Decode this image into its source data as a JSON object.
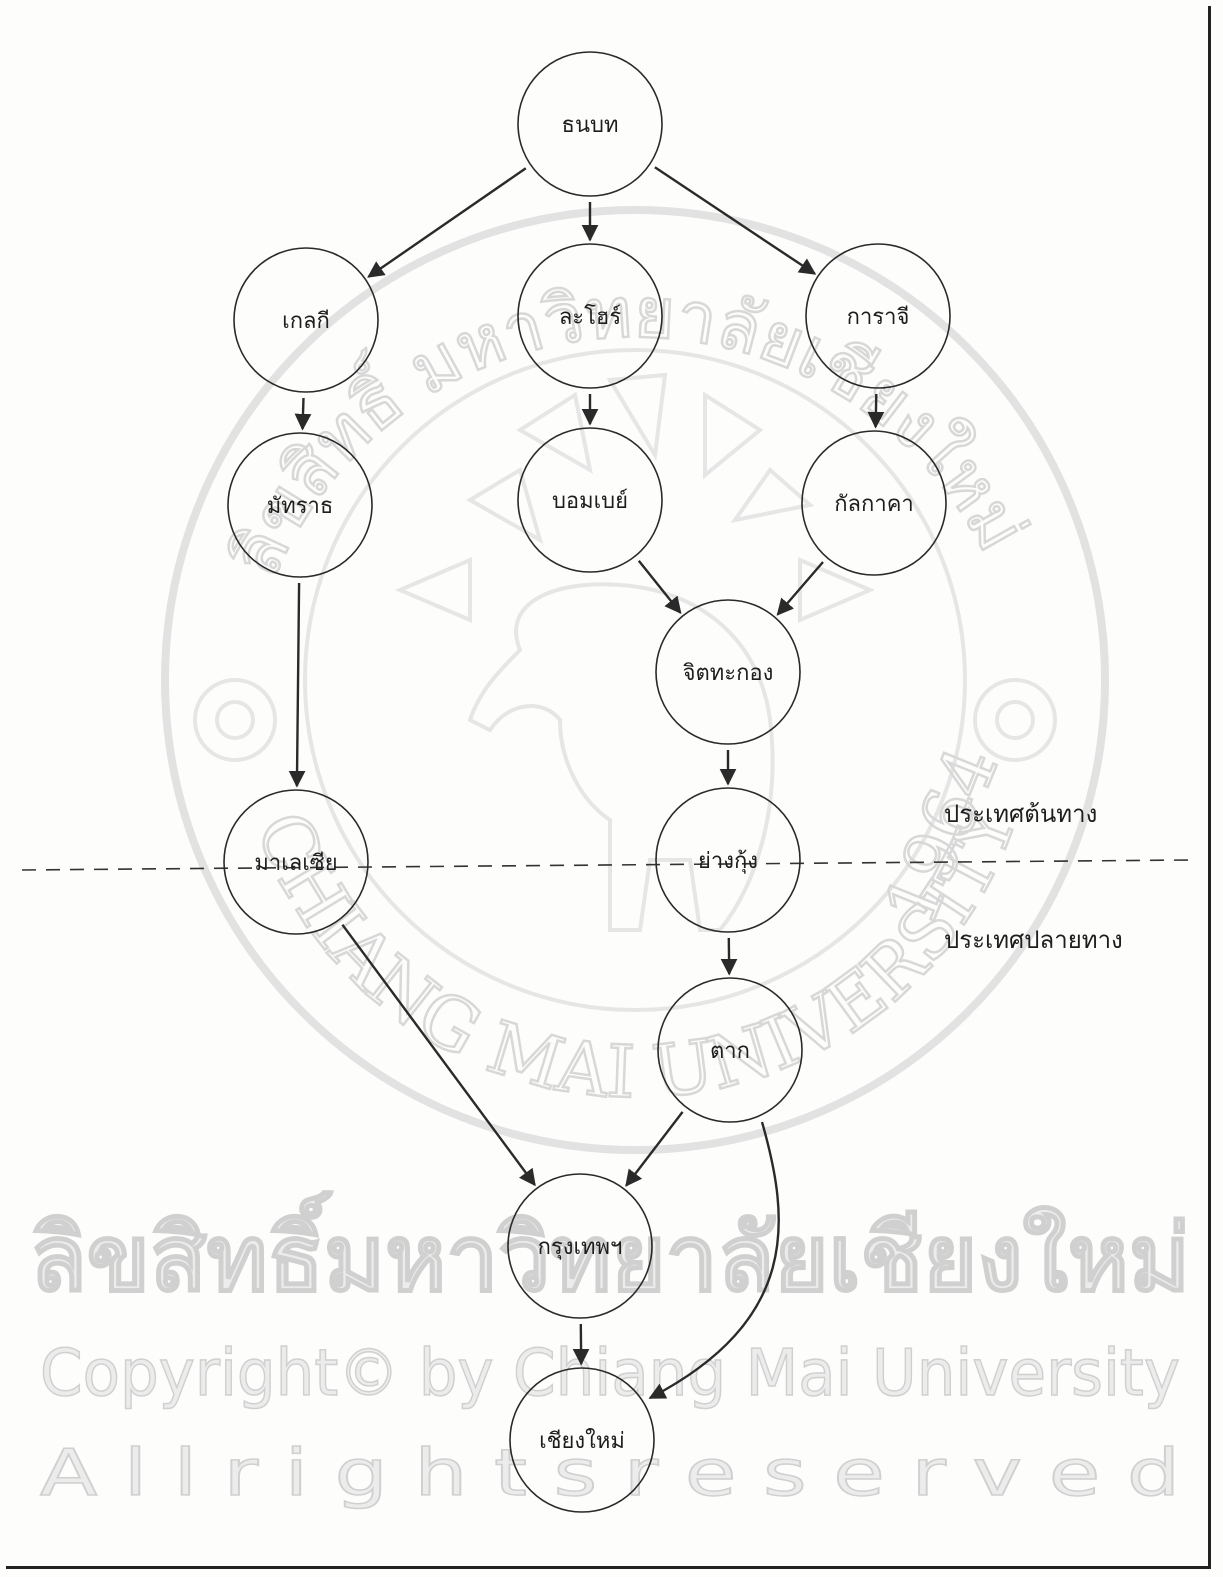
{
  "diagram": {
    "nodes": [
      {
        "id": "n_top",
        "label": "ธนบท"
      },
      {
        "id": "n_l1",
        "label": "เกลกี"
      },
      {
        "id": "n_m1",
        "label": "ละโฮร์"
      },
      {
        "id": "n_r1",
        "label": "การาจี"
      },
      {
        "id": "n_l2",
        "label": "มัทราธ"
      },
      {
        "id": "n_m2",
        "label": "บอมเบย์"
      },
      {
        "id": "n_r2",
        "label": "กัลกาคา"
      },
      {
        "id": "n_c1",
        "label": "จิตทะกอง"
      },
      {
        "id": "n_l3",
        "label": "มาเลเซีย"
      },
      {
        "id": "n_c2",
        "label": "ย่างกุ้ง"
      },
      {
        "id": "n_c3",
        "label": "ตาก"
      },
      {
        "id": "n_c4",
        "label": "กรุงเทพฯ"
      },
      {
        "id": "n_c5",
        "label": "เชียงใหม่"
      }
    ],
    "edges": [
      {
        "from": "n_top",
        "to": "n_l1"
      },
      {
        "from": "n_top",
        "to": "n_m1"
      },
      {
        "from": "n_top",
        "to": "n_r1"
      },
      {
        "from": "n_l1",
        "to": "n_l2"
      },
      {
        "from": "n_m1",
        "to": "n_m2"
      },
      {
        "from": "n_r1",
        "to": "n_r2"
      },
      {
        "from": "n_l2",
        "to": "n_l3"
      },
      {
        "from": "n_m2",
        "to": "n_c1"
      },
      {
        "from": "n_r2",
        "to": "n_c1"
      },
      {
        "from": "n_c1",
        "to": "n_c2"
      },
      {
        "from": "n_c2",
        "to": "n_c3"
      },
      {
        "from": "n_l3",
        "to": "n_c4"
      },
      {
        "from": "n_c3",
        "to": "n_c4"
      },
      {
        "from": "n_c3",
        "to": "n_c5"
      },
      {
        "from": "n_c4",
        "to": "n_c5"
      }
    ],
    "zones": {
      "origin_label": "ประเทศต้นทาง",
      "destination_label": "ประเทศปลายทาง"
    }
  },
  "watermark": {
    "seal_text_top": "ลิขสิทธิ์ มหาวิทยาลัยเชียงใหม่",
    "seal_text_en": "CHIANG MAI UNIVERSITY",
    "seal_year": "1964",
    "thai_line": "ลิขสิทธิ์มหาวิทยาลัยเชียงใหม่",
    "copyright_line": "Copyright© by Chiang Mai University",
    "rights_line": "A l l   r i g h t s   r e s e r v e d"
  }
}
